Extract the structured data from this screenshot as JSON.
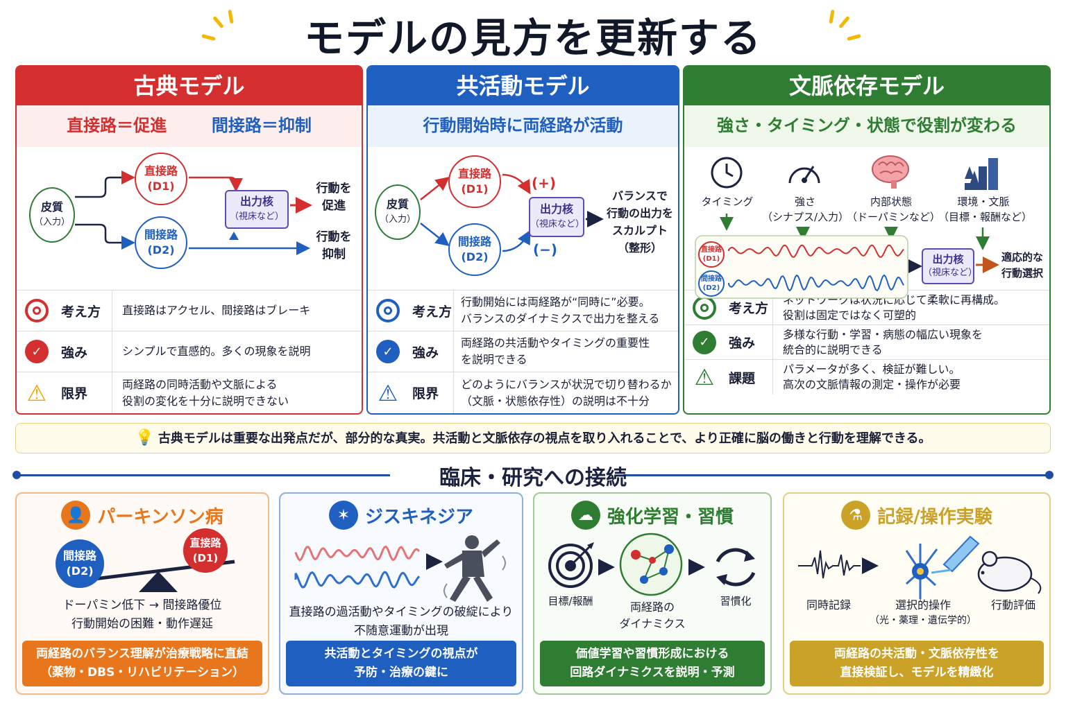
{
  "title": "モデルの見方を更新する",
  "classic": {
    "header": "古典モデル",
    "sub_direct": "直接路＝促進",
    "sub_indirect": "間接路＝抑制",
    "cortex": [
      "皮質",
      "（入力）"
    ],
    "direct": [
      "直接路",
      "(D1)"
    ],
    "indirect": [
      "間接路",
      "(D2)"
    ],
    "output": [
      "出力核",
      "（視床など）"
    ],
    "promote": [
      "行動を",
      "促進"
    ],
    "suppress": [
      "行動を",
      "抑制"
    ],
    "rows": [
      {
        "label": "考え方",
        "text": [
          "直接路はアクセル、間接路はブレーキ"
        ]
      },
      {
        "label": "強み",
        "text": [
          "シンプルで直感的。多くの現象を説明"
        ]
      },
      {
        "label": "限界",
        "text": [
          "両経路の同時活動や文脈による",
          "役割の変化を十分に説明できない"
        ]
      }
    ]
  },
  "coact": {
    "header": "共活動モデル",
    "sub": "行動開始時に両経路が活動",
    "cortex": [
      "皮質",
      "（入力）"
    ],
    "direct": [
      "直接路",
      "(D1)"
    ],
    "indirect": [
      "間接路",
      "(D2)"
    ],
    "plus": "(+)",
    "minus": "(−)",
    "output": [
      "出力核",
      "（視床など）"
    ],
    "result": [
      "バランスで",
      "行動の出力を",
      "スカルプト",
      "（整形）"
    ],
    "rows": [
      {
        "label": "考え方",
        "text": [
          "行動開始には両経路が“同時に”必要。",
          "バランスのダイナミクスで出力を整える"
        ]
      },
      {
        "label": "強み",
        "text": [
          "両経路の共活動やタイミングの重要性",
          "を説明できる"
        ]
      },
      {
        "label": "限界",
        "text": [
          "どのようにバランスが状況で切り替わるか",
          "（文脈・状態依存性）の説明は不十分"
        ]
      }
    ]
  },
  "context": {
    "header": "文脈依存モデル",
    "sub": "強さ・タイミング・状態で役割が変わる",
    "factors": [
      {
        "icon": "clock-icon",
        "label": [
          "タイミング"
        ]
      },
      {
        "icon": "gauge-icon",
        "label": [
          "強さ",
          "（シナプス/入力）"
        ]
      },
      {
        "icon": "brain-icon",
        "label": [
          "内部状態",
          "（ドーパミンなど）"
        ]
      },
      {
        "icon": "city-icon",
        "label": [
          "環境・文脈",
          "（目標・報酬など）"
        ]
      }
    ],
    "direct": [
      "直接路",
      "(D1)"
    ],
    "indirect": [
      "間接路",
      "(D2)"
    ],
    "output": [
      "出力核",
      "（視床など）"
    ],
    "result": [
      "適応的な",
      "行動選択"
    ],
    "rows": [
      {
        "label": "考え方",
        "text": [
          "ネットワークは状況に応じて柔軟に再構成。",
          "役割は固定ではなく可塑的"
        ]
      },
      {
        "label": "強み",
        "text": [
          "多様な行動・学習・病態の幅広い現象を",
          "統合的に説明できる"
        ]
      },
      {
        "label": "課題",
        "text": [
          "パラメータが多く、検証が難しい。",
          "高次の文脈情報の測定・操作が必要"
        ]
      }
    ]
  },
  "note": "古典モデルは重要な出発点だが、部分的な真実。共活動と文脈依存の視点を取り入れることで、より正確に脳の働きと行動を理解できる。",
  "section_title": "臨床・研究への接続",
  "cards": {
    "parkinson": {
      "title": "パーキンソン病",
      "indirect": [
        "間接路",
        "(D2)"
      ],
      "direct": [
        "直接路",
        "(D1)"
      ],
      "text": [
        "ドーパミン低下 → 間接路優位",
        "行動開始の困難・動作遅延"
      ],
      "footer": [
        "両経路のバランス理解が治療戦略に直結",
        "（薬物・DBS・リハビリテーション）"
      ]
    },
    "dyskinesia": {
      "title": "ジスキネジア",
      "text": [
        "直接路の過活動やタイミングの破綻により",
        "不随意運動が出現"
      ],
      "footer": [
        "共活動とタイミングの視点が",
        "予防・治療の鍵に"
      ]
    },
    "learning": {
      "title": "強化学習・習慣",
      "labels": [
        [
          "目標/報酬"
        ],
        [
          "両経路の",
          "ダイナミクス"
        ],
        [
          "習慣化"
        ]
      ],
      "footer": [
        "価値学習や習慣形成における",
        "回路ダイナミクスを説明・予測"
      ]
    },
    "experiment": {
      "title": "記録/操作実験",
      "labels": [
        [
          "同時記録"
        ],
        [
          "選択的操作",
          "（光・薬理・遺伝学的）"
        ],
        [
          "行動評価"
        ]
      ],
      "footer": [
        "両経路の共活動・文脈依存性を",
        "直接検証し、モデルを精緻化"
      ]
    }
  },
  "colors": {
    "red": "#d32f2f",
    "blue": "#1f5fbf",
    "green": "#2e7d32",
    "orange": "#e8761c",
    "gold": "#c9a227"
  }
}
